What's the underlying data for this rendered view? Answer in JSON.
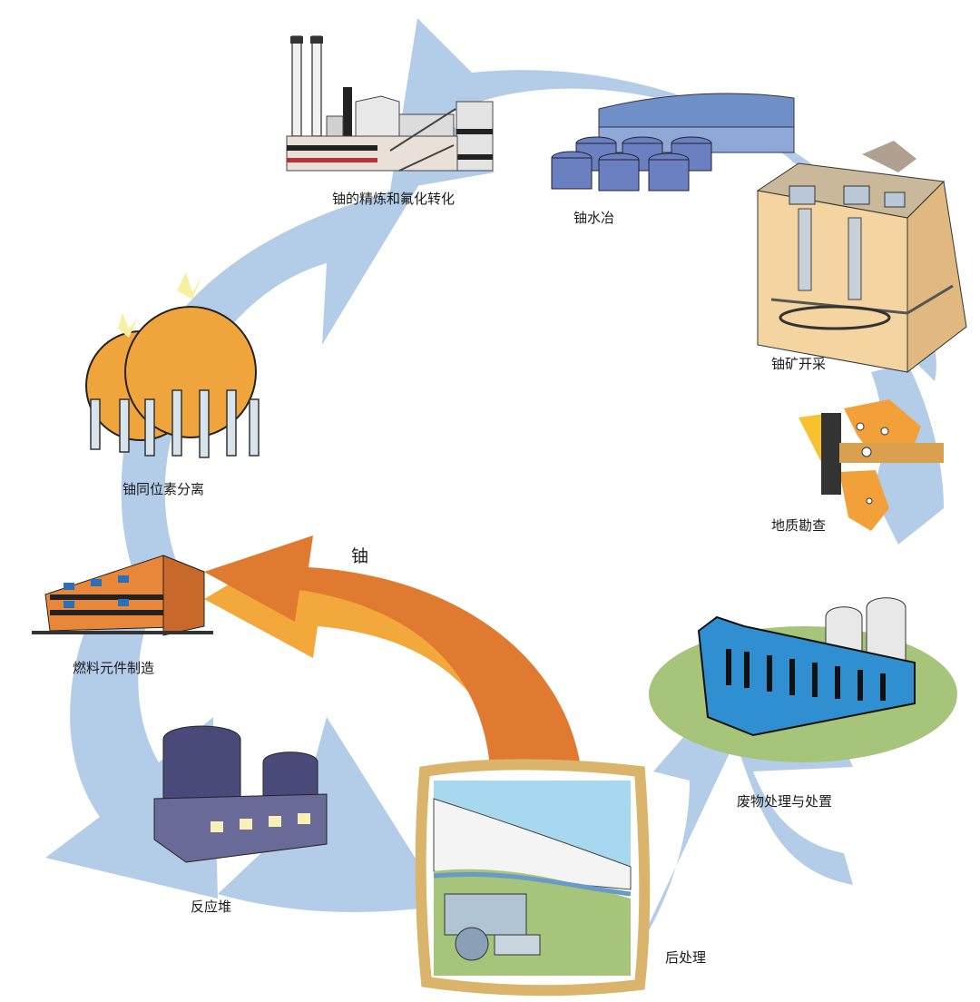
{
  "labels": {
    "refining": "铀的精炼和氟化转化",
    "hydrometallurgy": "铀水冶",
    "mining": "铀矿开采",
    "exploration": "地质勘查",
    "enrichment": "铀同位素分离",
    "fuel_fabrication": "燃料元件制造",
    "reactor": "反应堆",
    "reprocessing": "后处理",
    "waste": "废物处理与处置",
    "uranium_arrow": "铀"
  },
  "colors": {
    "cycle_arrow": "#b3cde8",
    "recycle_arrow_dark": "#e07a30",
    "recycle_arrow_light": "#f2a83a",
    "sphere_orange": "#f0a53c",
    "building_orange": "#e8863a",
    "waste_blue": "#2f8fd0",
    "ground_green": "#a6c47a",
    "frame_gold": "#d9b46a",
    "reactor_purple": "#5a5a88"
  },
  "icons": [
    "refinery-icon",
    "tanks-icon",
    "mine-icon",
    "geology-icon",
    "enrichment-spheres-icon",
    "fuel-factory-icon",
    "reactor-icon",
    "reprocessing-plant-icon",
    "waste-facility-icon"
  ]
}
